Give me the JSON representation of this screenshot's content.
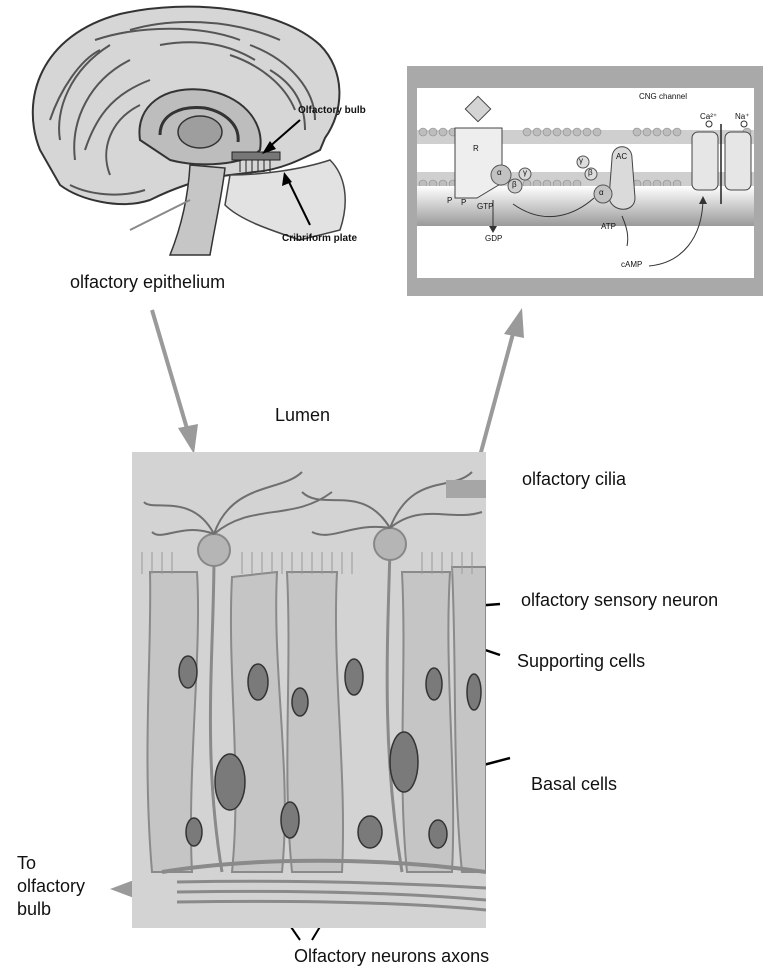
{
  "brain": {
    "olfactory_bulb_label": "Olfactory bulb",
    "cribriform_plate_label": "Cribriform plate",
    "epithelium_label": "olfactory epithelium"
  },
  "signaling": {
    "cng_channel_label": "CNG channel",
    "ca_label": "Ca²⁺",
    "na_label": "Na⁺",
    "receptor_label": "R",
    "alpha_label": "α",
    "beta_label": "β",
    "gamma_label": "γ",
    "p_label": "P",
    "gtp_label": "GTP",
    "gdp_label": "GDP",
    "ac_label": "AC",
    "atp_label": "ATP",
    "camp_label": "cAMP"
  },
  "epithelium": {
    "lumen_label": "Lumen",
    "cilia_label": "olfactory cilia",
    "sensory_neuron_label": "olfactory sensory neuron",
    "supporting_cells_label": "Supporting cells",
    "basal_cells_label": "Basal cells",
    "to_bulb_label_line1": "To",
    "to_bulb_label_line2": "olfactory",
    "to_bulb_label_line3": "bulb",
    "axons_label": "Olfactory neurons axons"
  }
}
